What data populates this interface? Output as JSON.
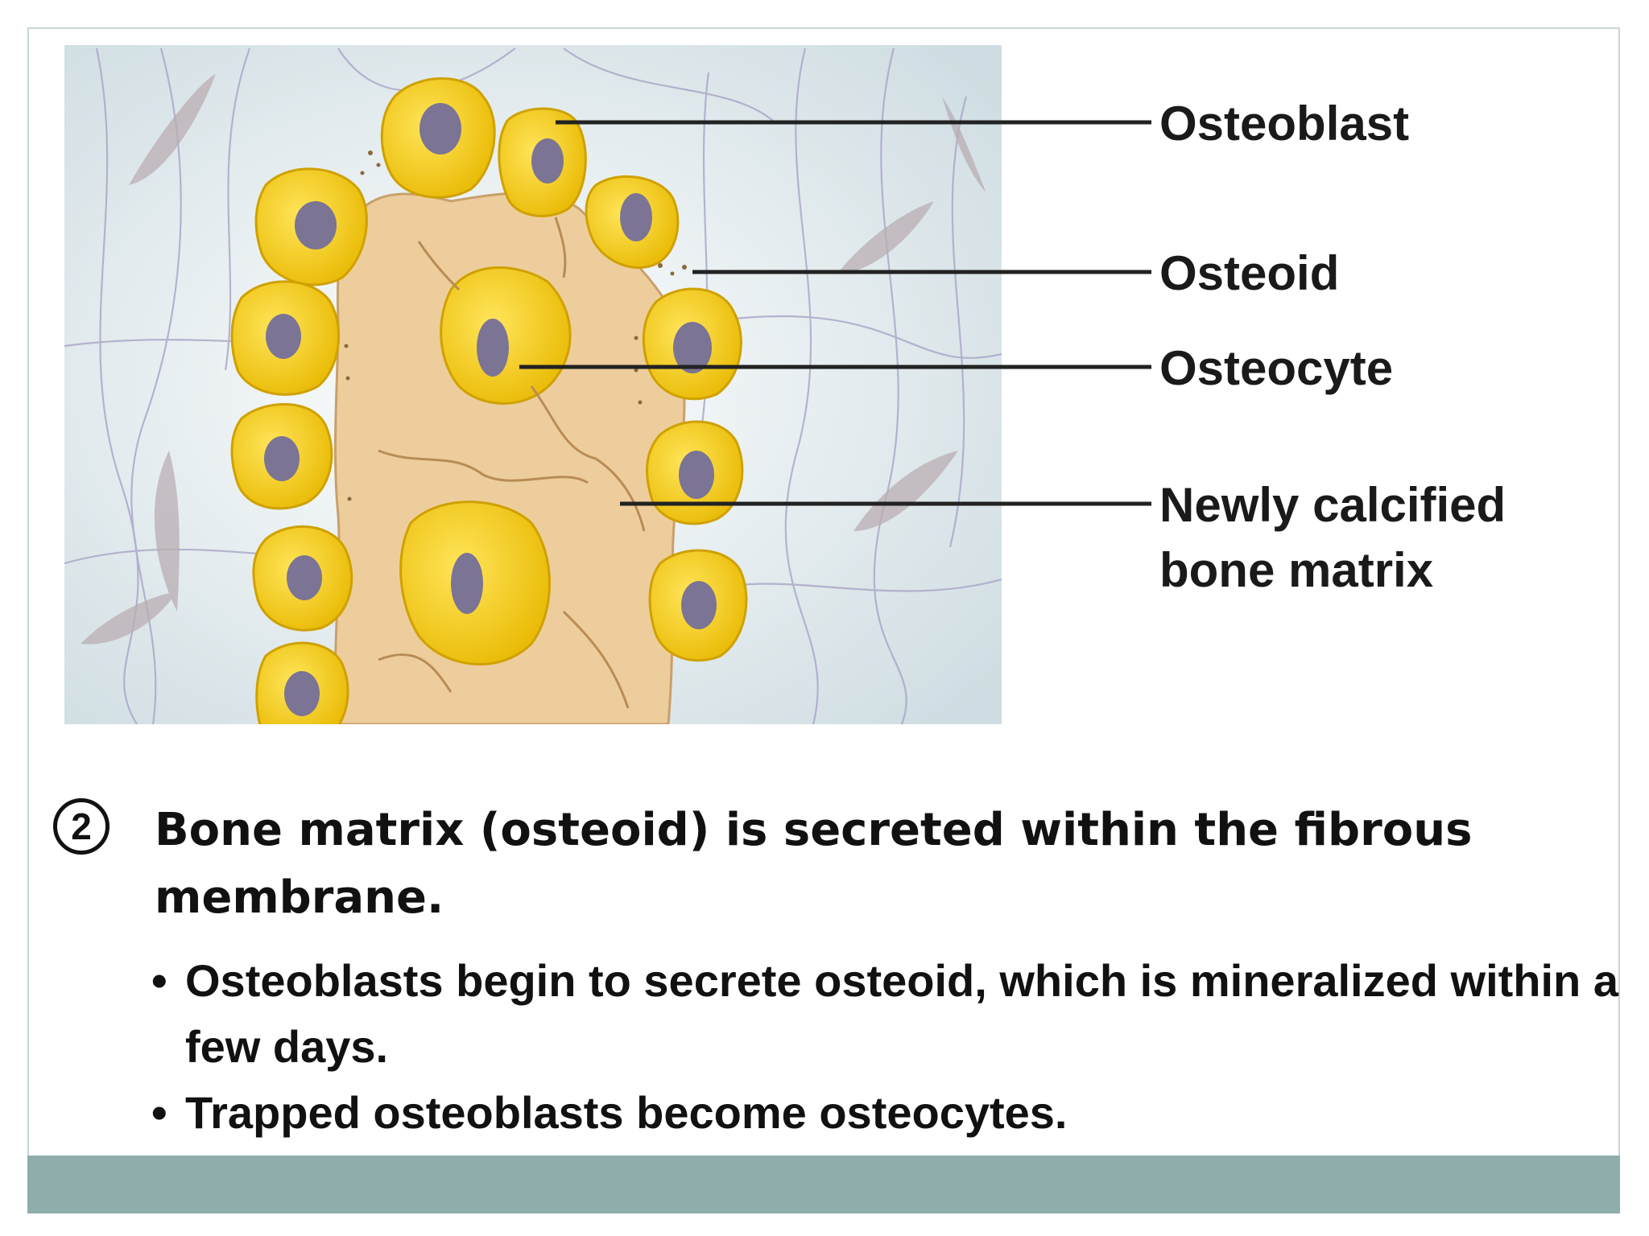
{
  "diagram": {
    "labels": {
      "osteoblast": "Osteoblast",
      "osteoid": "Osteoid",
      "osteocyte": "Osteocyte",
      "matrix_line1": "Newly calcified",
      "matrix_line2": "bone matrix"
    }
  },
  "step": {
    "number": "2",
    "title": "Bone matrix (osteoid) is secreted within the fibrous membrane."
  },
  "bullets": {
    "dot": "•",
    "items": [
      "Osteoblasts begin to secrete osteoid, which is mineralized within a few days.",
      "Trapped osteoblasts become osteocytes."
    ]
  },
  "colors": {
    "cell": "#f2c81a",
    "nucleus": "#7b7494",
    "matrix": "#f0d2a2",
    "background": "#e3ecef",
    "footer": "#8fadab"
  }
}
